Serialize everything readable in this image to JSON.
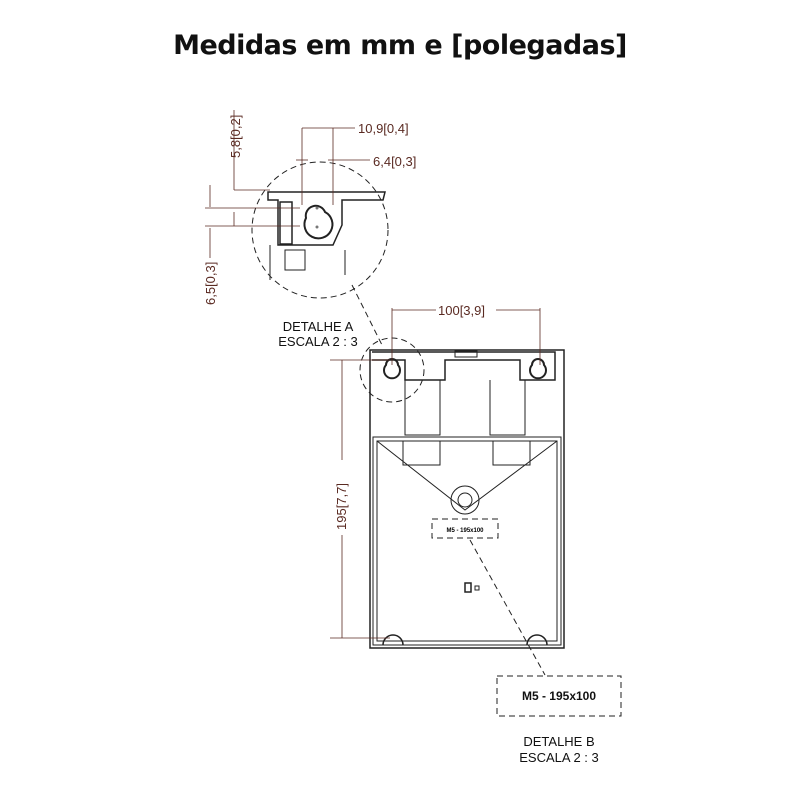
{
  "title": "Medidas em mm e [polegadas]",
  "detail_a": {
    "label": "DETALHE A",
    "scale": "ESCALA 2 : 3"
  },
  "detail_b": {
    "label": "DETALHE B",
    "scale": "ESCALA 2 : 3",
    "plate_text": "M5 - 195x100"
  },
  "body_plate_text": "M5 - 195x100",
  "dimensions": {
    "d_10_9": "10,9[0,4]",
    "d_6_4": "6,4[0,3]",
    "d_5_8": "5,8[0,2]",
    "d_6_5": "6,5[0,3]",
    "width": "100[3,9]",
    "height": "195[7,7]"
  }
}
